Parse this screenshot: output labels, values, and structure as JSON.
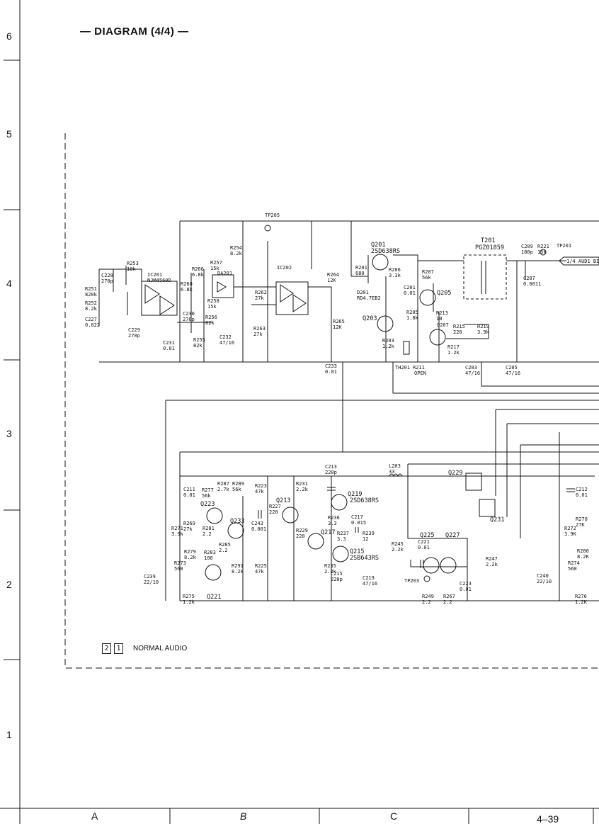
{
  "title": "— DIAGRAM (4/4) —",
  "row_labels": [
    "6",
    "5",
    "4",
    "3",
    "2",
    "1"
  ],
  "col_labels": [
    "A",
    "B",
    "C"
  ],
  "page_number": "4–39",
  "mode_indicator": {
    "box1": "2",
    "box2": "1",
    "text": "NORMAL AUDIO"
  },
  "test_points": {
    "tp205": "TP205",
    "tp201": "TP201",
    "tp203": "TP203",
    "output": "1/4 AUD1 BIA"
  },
  "ics": {
    "ic201": [
      "IC201",
      "NJM4560D"
    ],
    "ic202": "IC202",
    "da201": "DA201"
  },
  "transistors": {
    "q201": [
      "Q201",
      "2SD638RS"
    ],
    "q203": "Q203",
    "q205": "Q205",
    "q207": "Q207",
    "q213": "Q213",
    "q219": [
      "Q219",
      "2SD638RS"
    ],
    "q215": [
      "Q215",
      "2SB643RS"
    ],
    "q217": "Q217",
    "q223": "Q223",
    "q233": "Q233",
    "q221": "Q221",
    "q225": "Q225",
    "q227": "Q227",
    "q229": "Q229",
    "q231": "Q231"
  },
  "transformer": [
    "T201",
    "PGZ01859"
  ],
  "diode_d201": [
    "D201",
    "RD4.7EB2"
  ],
  "thermistor": [
    "TH201",
    "R211",
    "OPEN"
  ],
  "parts": {
    "r253": [
      "R253",
      "10k"
    ],
    "r251": [
      "R251",
      "820k"
    ],
    "r252": [
      "R252",
      "8.2k"
    ],
    "c228": [
      "C228",
      "270p"
    ],
    "c227": [
      "C227",
      "0.022"
    ],
    "c229": [
      "C229",
      "270p"
    ],
    "c231": [
      "C231",
      "0.01"
    ],
    "r255": [
      "R255",
      "82k"
    ],
    "c230": [
      "C230",
      "270p"
    ],
    "r256": [
      "R256",
      "82k"
    ],
    "r257": [
      "R257",
      "15k"
    ],
    "r260": [
      "R260",
      "6.8k"
    ],
    "r266": [
      "R266",
      "6.8k"
    ],
    "r258": [
      "R258",
      "15k"
    ],
    "r254": [
      "R254",
      "8.2k"
    ],
    "c232": [
      "C232",
      "47/16"
    ],
    "r262": [
      "R262",
      "27k"
    ],
    "r263": [
      "R263",
      "27k"
    ],
    "r264": [
      "R264",
      "12K"
    ],
    "r265": [
      "R265",
      "12K"
    ],
    "c233": [
      "C233",
      "0.01"
    ],
    "r201": [
      "R201",
      "680"
    ],
    "r206": [
      "R206",
      "3.3k"
    ],
    "c201": [
      "C201",
      "0.01"
    ],
    "r207": [
      "R207",
      "56k"
    ],
    "r205": [
      "R205",
      "1.8k"
    ],
    "r213": [
      "R213",
      "10"
    ],
    "r203": [
      "R203",
      "1.2k"
    ],
    "r215": [
      "R215",
      "220"
    ],
    "r219": [
      "R219",
      "3.9k"
    ],
    "r217": [
      "R217",
      "1.2k"
    ],
    "c203": [
      "C203",
      "47/16"
    ],
    "c205": [
      "C205",
      "47/16"
    ],
    "c209": [
      "C209",
      "180p"
    ],
    "r221": [
      "R221",
      "15k"
    ],
    "c207": [
      "C207",
      "0.0011"
    ],
    "c211": [
      "C211",
      "0.01"
    ],
    "r277": [
      "R277",
      "56k"
    ],
    "r287": [
      "R287",
      "2.7k"
    ],
    "r289": [
      "R289",
      "56k"
    ],
    "r223": [
      "R223",
      "47k"
    ],
    "r231": [
      "R231",
      "2.2k"
    ],
    "c213": [
      "C213",
      "220p"
    ],
    "l203": [
      "L203",
      "33"
    ],
    "r227": [
      "R227",
      "220"
    ],
    "c243": [
      "C243",
      "0.001"
    ],
    "r269": [
      "R269",
      "27k"
    ],
    "r281": [
      "R281",
      "2.2"
    ],
    "r271": [
      "R271",
      "3.9k"
    ],
    "r285": [
      "R285",
      "2.2"
    ],
    "r279": [
      "R279",
      "8.2k"
    ],
    "r283": [
      "R283",
      "100"
    ],
    "r273": [
      "R273",
      "560"
    ],
    "c239": [
      "C239",
      "22/10"
    ],
    "r275": [
      "R275",
      "1.2k"
    ],
    "r291": [
      "R291",
      "8.2k"
    ],
    "r225": [
      "R225",
      "47k"
    ],
    "r229": [
      "R229",
      "220"
    ],
    "r236": [
      "R236",
      "3.3"
    ],
    "c217": [
      "C217",
      "0.015"
    ],
    "r237": [
      "R237",
      "3.3"
    ],
    "r239": [
      "R239",
      "12"
    ],
    "r235": [
      "R235",
      "2.2k"
    ],
    "c215": [
      "C215",
      "220p"
    ],
    "c219": [
      "C219",
      "47/16"
    ],
    "r245": [
      "R245",
      "2.2k"
    ],
    "c221": [
      "C221",
      "0.01"
    ],
    "c223": [
      "C223",
      "0.01"
    ],
    "r249": [
      "R249",
      "2.2"
    ],
    "r267": [
      "R267",
      "2.2"
    ],
    "r247": [
      "R247",
      "2.2k"
    ],
    "c212": [
      "C212",
      "0.01"
    ],
    "r270": [
      "R270",
      "27K"
    ],
    "r272": [
      "R272",
      "3.9K"
    ],
    "r280": [
      "R280",
      "8.2K"
    ],
    "r274": [
      "R274",
      "560"
    ],
    "c240": [
      "C240",
      "22/10"
    ],
    "r276": [
      "R276",
      "1.2K"
    ]
  }
}
